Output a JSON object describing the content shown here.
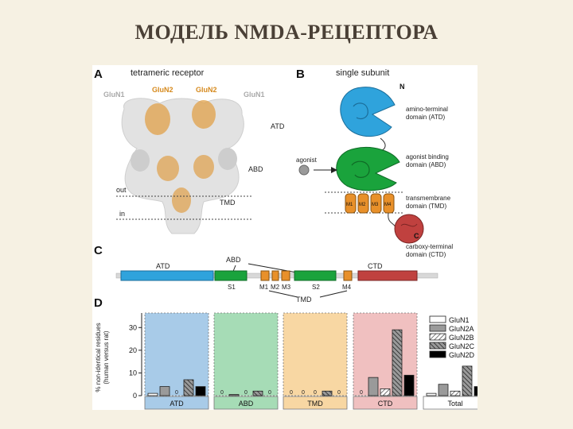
{
  "slide": {
    "title": "МОДЕЛЬ NMDA-РЕЦЕПТОРА"
  },
  "panel_a": {
    "letter": "A",
    "title": "tetrameric receptor",
    "subunits": [
      "GluN1",
      "GluN2",
      "GluN2",
      "GluN1"
    ],
    "domains": [
      "ATD",
      "ABD",
      "TMD"
    ],
    "membrane": [
      "out",
      "in"
    ]
  },
  "panel_b": {
    "letter": "B",
    "title": "single subunit",
    "n_term": "N",
    "c_term": "C",
    "agonist": "agonist",
    "atd": [
      "amino-terminal",
      "domain (ATD)"
    ],
    "abd": [
      "agonist binding",
      "domain (ABD)"
    ],
    "tmd": [
      "transmembrane",
      "domain (TMD)"
    ],
    "ctd": [
      "carboxy-terminal",
      "domain (CTD)"
    ],
    "helices": [
      "M1",
      "M2",
      "M3",
      "M4"
    ]
  },
  "panel_c": {
    "letter": "C",
    "atd": "ATD",
    "abd": "ABD",
    "ctd": "CTD",
    "tmd": "TMD",
    "segments": [
      "S1",
      "M1",
      "M2",
      "M3",
      "S2",
      "M4"
    ]
  },
  "panel_d": {
    "letter": "D"
  },
  "colors": {
    "atd": "#2fa3dc",
    "abd": "#1aa33c",
    "tmd": "#e8902a",
    "ctd": "#c0413f",
    "atd_bg": "#a8cbe8",
    "abd_bg": "#a6dcb6",
    "tmd_bg": "#f8d7a3",
    "ctd_bg": "#f0c0c0",
    "title": "#4a4036",
    "slide_bg": "#f6f1e3"
  },
  "chart_data": {
    "type": "bar",
    "categories": [
      "ATD",
      "ABD",
      "TMD",
      "CTD",
      "Total"
    ],
    "series": [
      {
        "name": "GluN1",
        "values": [
          1,
          0,
          0,
          0,
          1
        ]
      },
      {
        "name": "GluN2A",
        "values": [
          4,
          0.5,
          0,
          8,
          5
        ]
      },
      {
        "name": "GluN2B",
        "values": [
          0,
          0,
          0,
          3,
          2
        ]
      },
      {
        "name": "GluN2C",
        "values": [
          7,
          2,
          2,
          29,
          13
        ]
      },
      {
        "name": "GluN2D",
        "values": [
          4,
          0,
          0,
          9,
          4
        ]
      }
    ],
    "ylabel": [
      "% non-identical residues",
      "(human versus rat)"
    ],
    "yticks": [
      0,
      10,
      20,
      30
    ],
    "ylim": [
      0,
      35
    ],
    "zero_marker": "0",
    "legend_position": "right"
  }
}
